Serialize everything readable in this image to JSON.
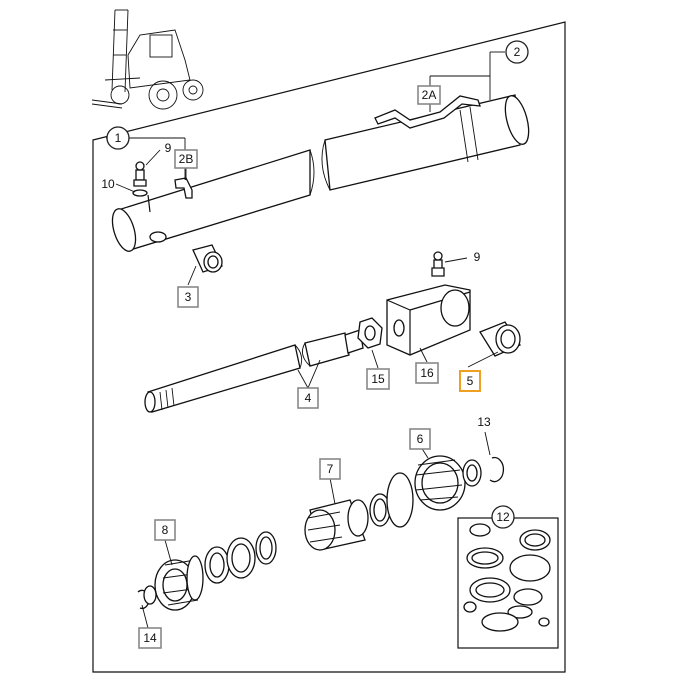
{
  "callouts": {
    "c1": "1",
    "c2": "2",
    "c2a": "2A",
    "c2b": "2B",
    "c3": "3",
    "c4": "4",
    "c5": "5",
    "c6": "6",
    "c7": "7",
    "c8": "8",
    "c9a": "9",
    "c9b": "9",
    "c10": "10",
    "c12": "12",
    "c13": "13",
    "c14": "14",
    "c15": "15",
    "c16": "16"
  },
  "colors": {
    "highlight": "#f0a020",
    "box_border": "#888888"
  },
  "icons": [
    "forklift-icon"
  ]
}
